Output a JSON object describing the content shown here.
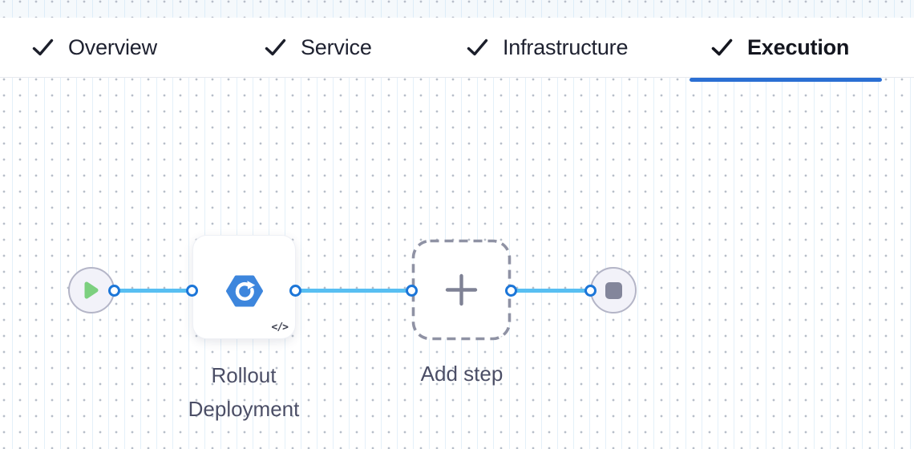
{
  "header": {
    "tabs": [
      {
        "label": "Overview",
        "status": "completed",
        "active": false
      },
      {
        "label": "Service",
        "status": "completed",
        "active": false
      },
      {
        "label": "Infrastructure",
        "status": "completed",
        "active": false
      },
      {
        "label": "Execution",
        "status": "completed",
        "active": true
      }
    ]
  },
  "canvas": {
    "start_node": {
      "icon": "play-icon"
    },
    "steps": [
      {
        "type": "step",
        "label": "Rollout Deployment",
        "icon": "kubernetes-rollout-icon",
        "badge": "</>"
      },
      {
        "type": "add-step",
        "label": "Add step",
        "icon": "plus-icon"
      }
    ],
    "end_node": {
      "icon": "stop-icon"
    }
  },
  "colors": {
    "active_tab_underline": "#2b6fd3",
    "tab_text": "#1e2130",
    "connector_blue": "#58bff2",
    "port_border_blue": "#1c76d8",
    "terminal_node_fill": "#f2f2f9",
    "terminal_node_border": "#b4b5c7",
    "play_green": "#7cd07f",
    "stop_gray": "#83869b",
    "step_icon_blue": "#3d86dd",
    "dashed_border_gray": "#8f92a4",
    "label_text": "#4b4e66",
    "grid_dot": "#b7bec9"
  }
}
